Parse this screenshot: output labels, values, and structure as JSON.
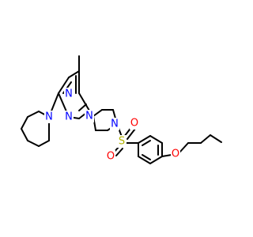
{
  "diagram": {
    "kind": "skeletal-structure",
    "colors": {
      "bond": "#000000",
      "nitrogen": "#0000ff",
      "oxygen": "#ff0000",
      "sulfur": "#b3b300",
      "background": "#ffffff"
    },
    "labels": {
      "n_pyr_1": "N",
      "n_pyr_2": "N",
      "n_piperidine": "N",
      "n_piperazine_1": "N",
      "n_piperazine_2": "N",
      "s": "S",
      "o_1": "O",
      "o_2": "O",
      "o_ether": "O"
    }
  }
}
